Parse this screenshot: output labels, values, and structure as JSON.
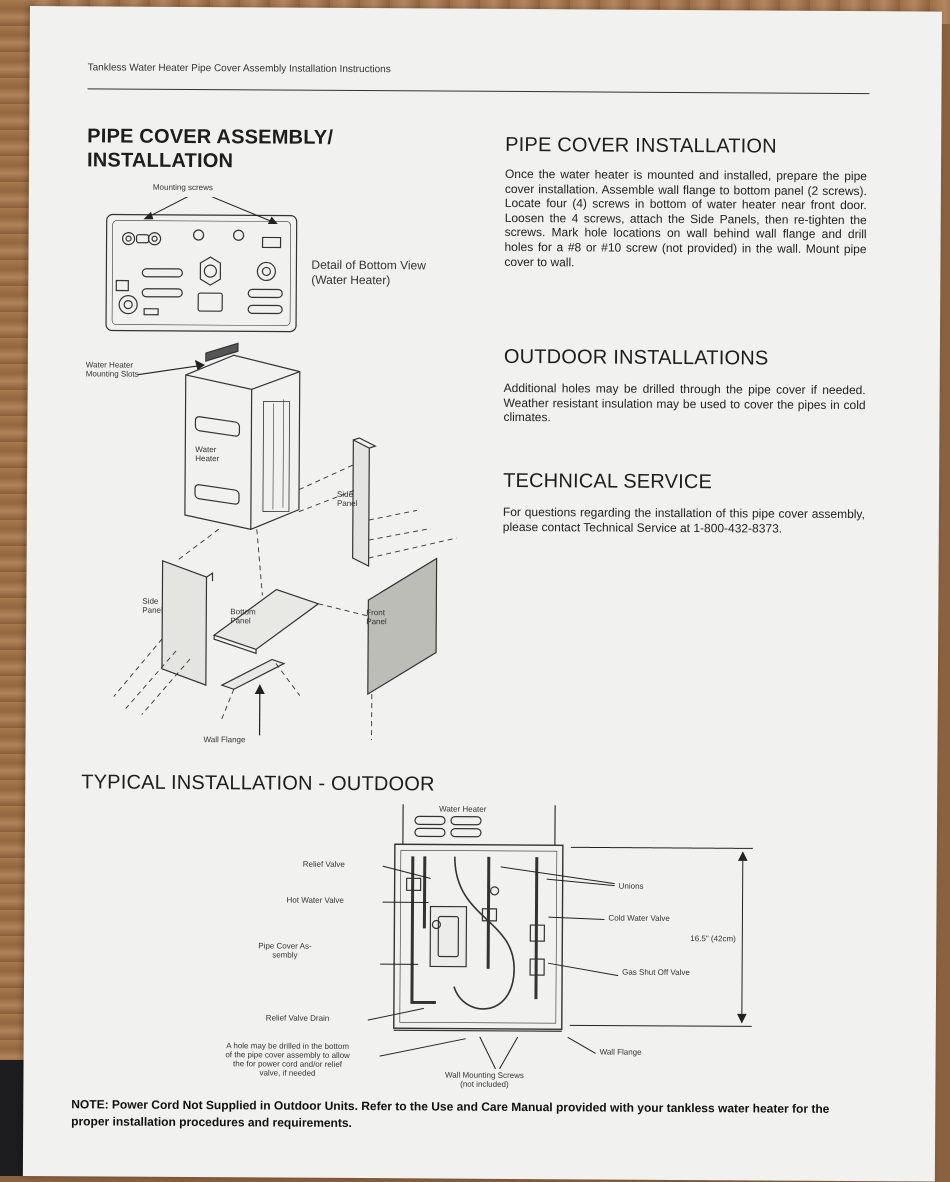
{
  "running_head": "Tankless Water Heater Pipe Cover Assembly Installation Instructions",
  "left": {
    "heading_line1": "PIPE COVER ASSEMBLY/",
    "heading_line2": "INSTALLATION",
    "labels": {
      "mounting_screws": "Mounting screws",
      "detail_line1": "Detail of Bottom View",
      "detail_line2": "(Water Heater)",
      "mounting_slots_line1": "Water Heater",
      "mounting_slots_line2": "Mounting Slots",
      "water_heater_line1": "Water",
      "water_heater_line2": "Heater",
      "side_panel_right_line1": "Side",
      "side_panel_right_line2": "Panel",
      "side_panel_left_line1": "Side",
      "side_panel_left_line2": "Panel",
      "bottom_panel_line1": "Bottom",
      "bottom_panel_line2": "Panel",
      "front_panel_line1": "Front",
      "front_panel_line2": "Panel",
      "wall_flange": "Wall Flange"
    }
  },
  "right": {
    "installation_heading": "PIPE COVER INSTALLATION",
    "installation_text": "Once the water heater is mounted and installed, prepare the pipe cover installation. Assemble wall flange to bottom panel (2 screws). Locate four (4) screws in bottom of water heater near front door. Loosen the 4 screws, attach the Side Panels, then re-tighten the screws. Mark hole locations on wall behind wall flange and drill holes for a #8 or #10 screw (not provided) in the wall. Mount pipe cover to wall.",
    "outdoor_heading": "OUTDOOR INSTALLATIONS",
    "outdoor_text": "Additional holes may be drilled through the pipe cover if needed. Weather resistant insulation may be used to cover the pipes in cold climates.",
    "service_heading": "TECHNICAL SERVICE",
    "service_text": "For questions regarding the installation of this pipe cover assembly, please contact Technical Service at 1-800-432-8373."
  },
  "typical": {
    "heading": "TYPICAL INSTALLATION - OUTDOOR",
    "labels": {
      "water_heater": "Water Heater",
      "relief_valve": "Relief Valve",
      "hot_water_valve": "Hot Water Valve",
      "pipe_cover_line1": "Pipe Cover As-",
      "pipe_cover_line2": "sembly",
      "relief_valve_drain": "Relief Valve Drain",
      "hole_note_line1": "A hole may be drilled in the bottom",
      "hole_note_line2": "of the pipe cover assembly to allow",
      "hole_note_line3": "the for power cord and/or relief",
      "hole_note_line4": "valve, if needed",
      "unions": "Unions",
      "cold_water_valve": "Cold Water Valve",
      "gas_shut_off_valve": "Gas Shut Off Valve",
      "dimension": "16.5\" (42cm)",
      "wall_flange": "Wall Flange",
      "wall_screws_line1": "Wall Mounting Screws",
      "wall_screws_line2": "(not included)"
    }
  },
  "note": "NOTE: Power Cord Not Supplied in Outdoor Units.  Refer to the Use and Care Manual provided with your tankless water heater for the proper installation procedures and requirements."
}
